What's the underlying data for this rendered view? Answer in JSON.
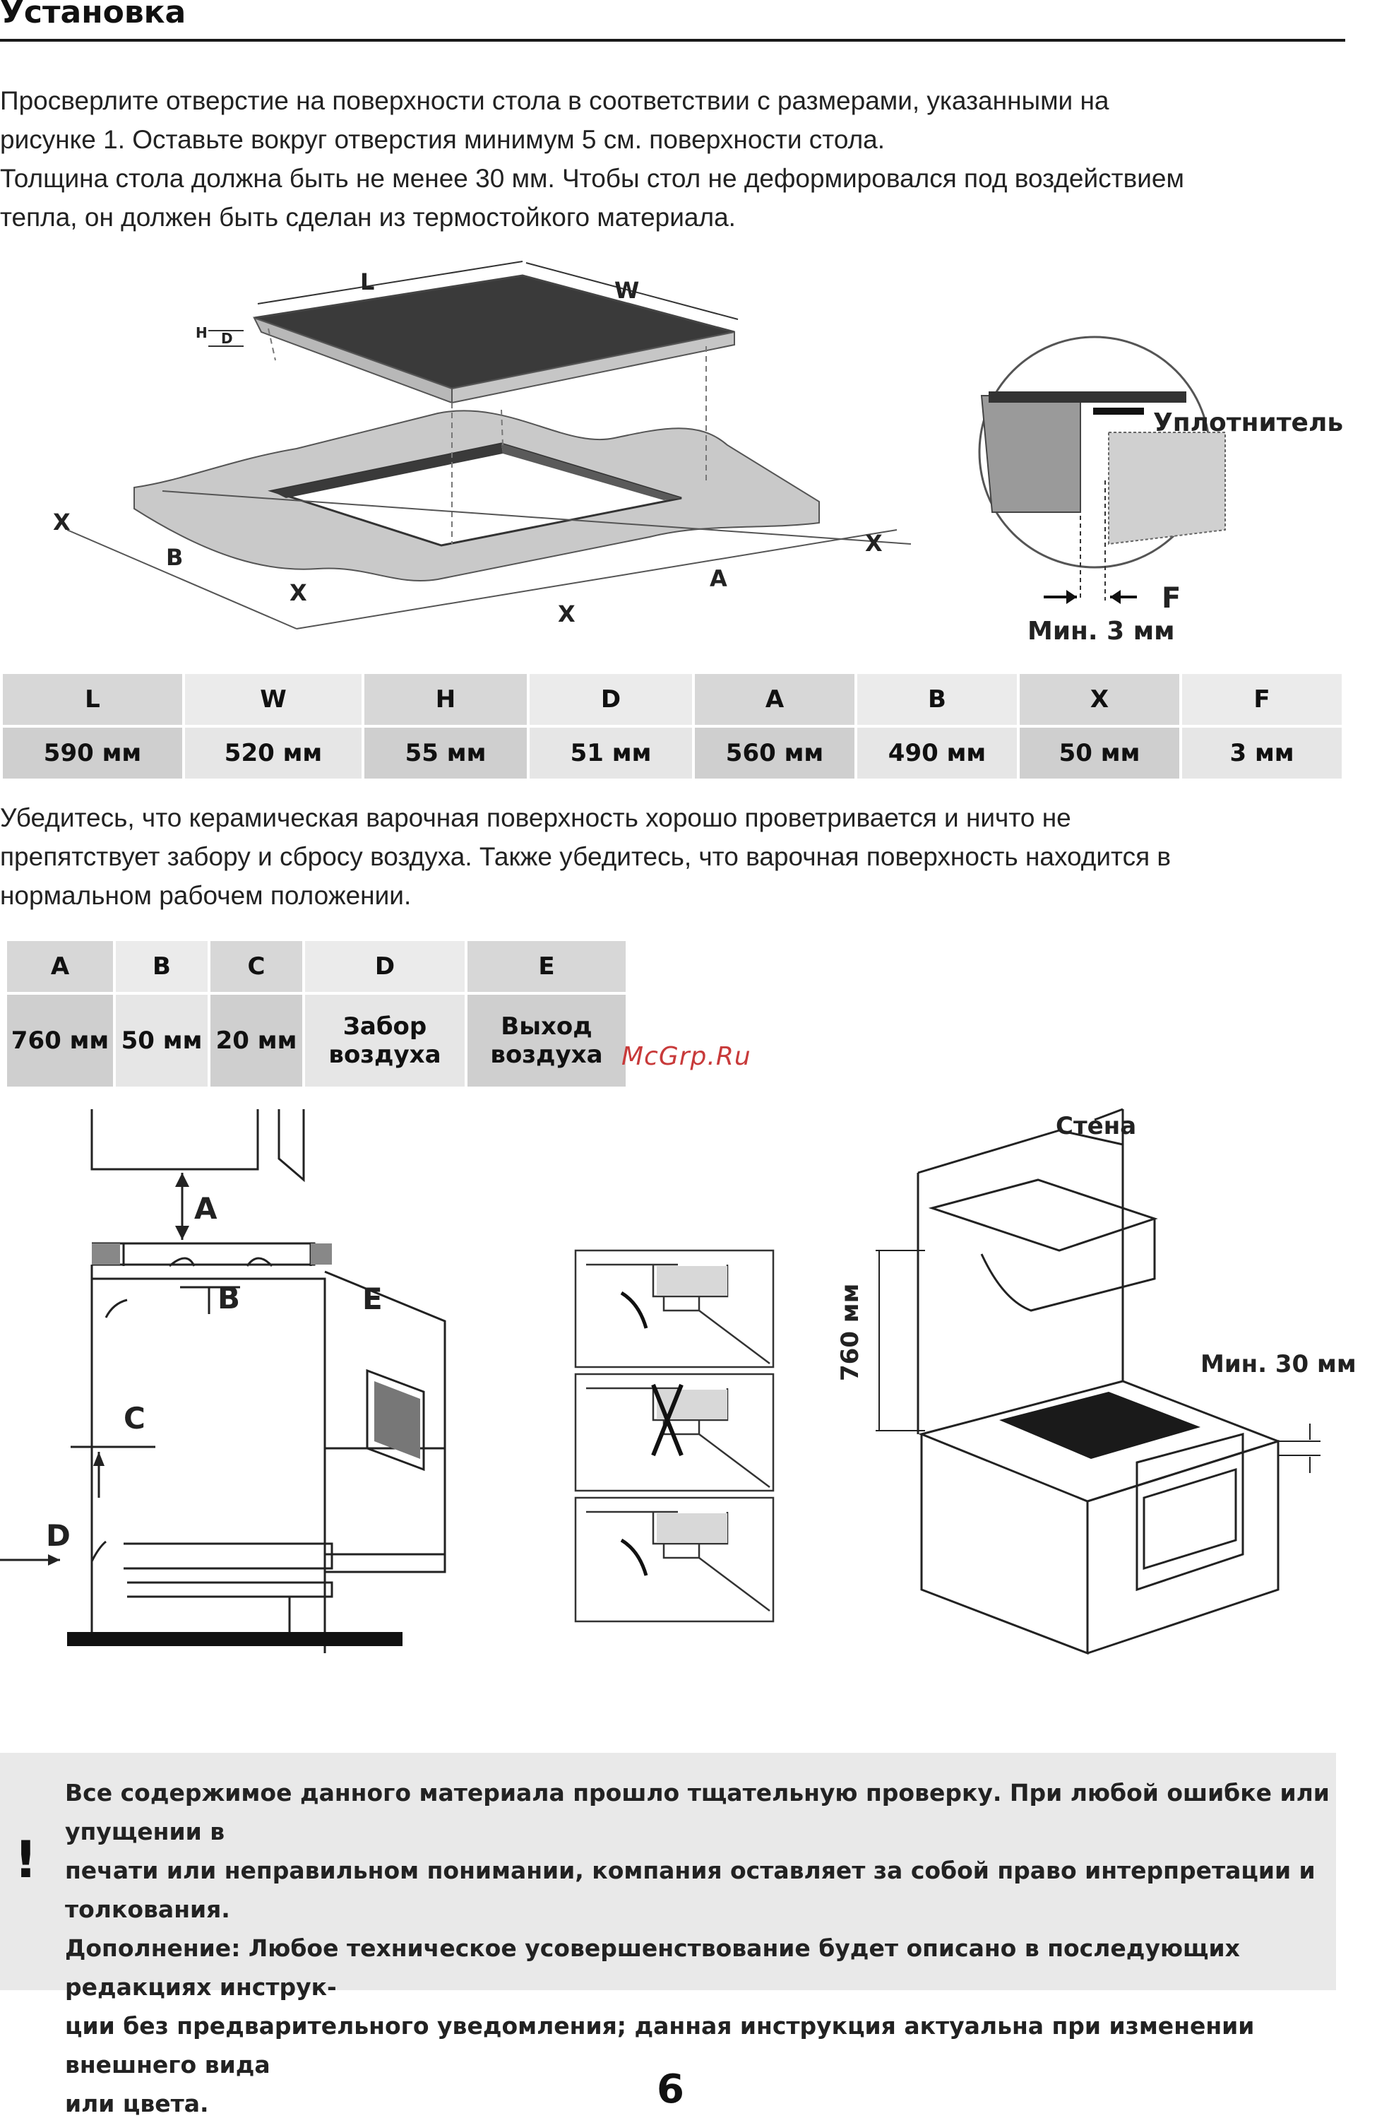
{
  "title": "Установка",
  "intro": {
    "line1": "Просверлите отверстие на поверхности стола в соответствии с размерами, указанными на",
    "line2": "рисунке 1. Оставьте вокруг отверстия минимум 5 см. поверхности стола.",
    "line3": "Толщина стола должна быть не менее 30 мм. Чтобы стол не деформировался под воздействием",
    "line4": "тепла, он должен быть сделан из термостойкого материала."
  },
  "fig1": {
    "labels": {
      "L": "L",
      "W": "W",
      "H": "H",
      "D": "D",
      "X": "X",
      "A": "A",
      "B": "B"
    },
    "seal": "Уплотнитель",
    "f": "F",
    "min3": "Мин. 3 мм"
  },
  "dims_table": {
    "headers": [
      "L",
      "W",
      "H",
      "D",
      "A",
      "B",
      "X",
      "F"
    ],
    "values": [
      "590 мм",
      "520 мм",
      "55 мм",
      "51 мм",
      "560 мм",
      "490 мм",
      "50 мм",
      "3 мм"
    ]
  },
  "vent": {
    "line1": "Убедитесь, что керамическая варочная поверхность хорошо проветривается и ничто не",
    "line2": "препятствует забору и сбросу воздуха. Также убедитесь, что варочная поверхность находится в",
    "line3": "нормальном рабочем положении."
  },
  "vent_table": {
    "headers": [
      "A",
      "B",
      "C",
      "D",
      "E"
    ],
    "values": [
      "760 мм",
      "50 мм",
      "20 мм"
    ],
    "d_value": {
      "l1": "Забор",
      "l2": "воздуха"
    },
    "e_value": {
      "l1": "Выход",
      "l2": "воздуха"
    }
  },
  "watermark": "McGrp.Ru",
  "fig2": {
    "labels": {
      "A": "A",
      "B": "B",
      "C": "C",
      "D": "D",
      "E": "E"
    },
    "wall": "Стена",
    "h760": "760 мм",
    "min30": "Мин. 30 мм"
  },
  "note": {
    "mark": "!",
    "l1": "Все содержимое данного материала прошло тщательную проверку. При любой ошибке или упущении в",
    "l2": "печати или неправильном понимании, компания оставляет за собой право интерпретации и толкования.",
    "l3": "Дополнение: Любое техническое усовершенствование будет описано в последующих редакциях инструк-",
    "l4": "ции без предварительного уведомления; данная инструкция актуальна при изменении внешнего вида",
    "l5": "или цвета."
  },
  "page_number": "6"
}
